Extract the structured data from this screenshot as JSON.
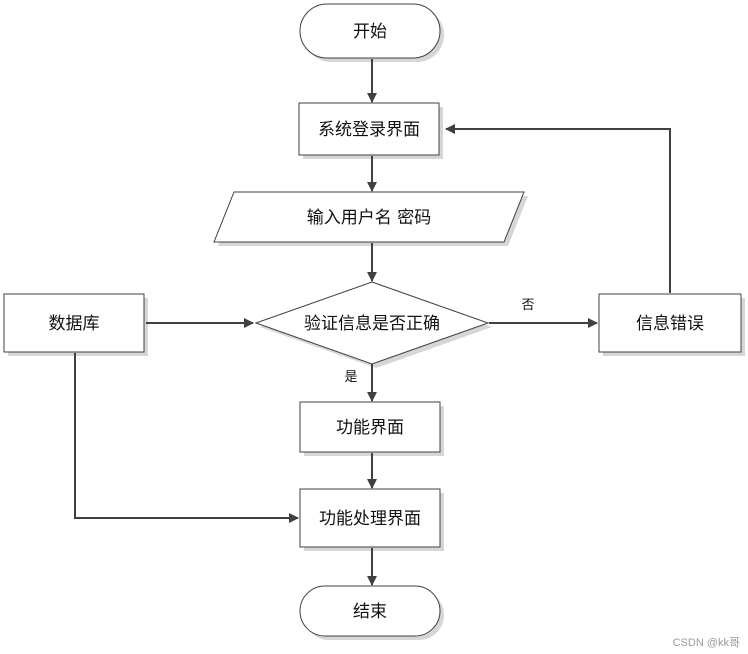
{
  "nodes": {
    "start": "开始",
    "login": "系统登录界面",
    "input": "输入用户名 密码",
    "verify": "验证信息是否正确",
    "database": "数据库",
    "error": "信息错误",
    "function": "功能界面",
    "process": "功能处理界面",
    "end": "结束"
  },
  "edges": {
    "no": "否",
    "yes": "是"
  },
  "watermark": "CSDN @kk哥",
  "colors": {
    "node_fill": "#ffffff",
    "shadow": "#d2d2d2",
    "stroke": "#404040"
  }
}
